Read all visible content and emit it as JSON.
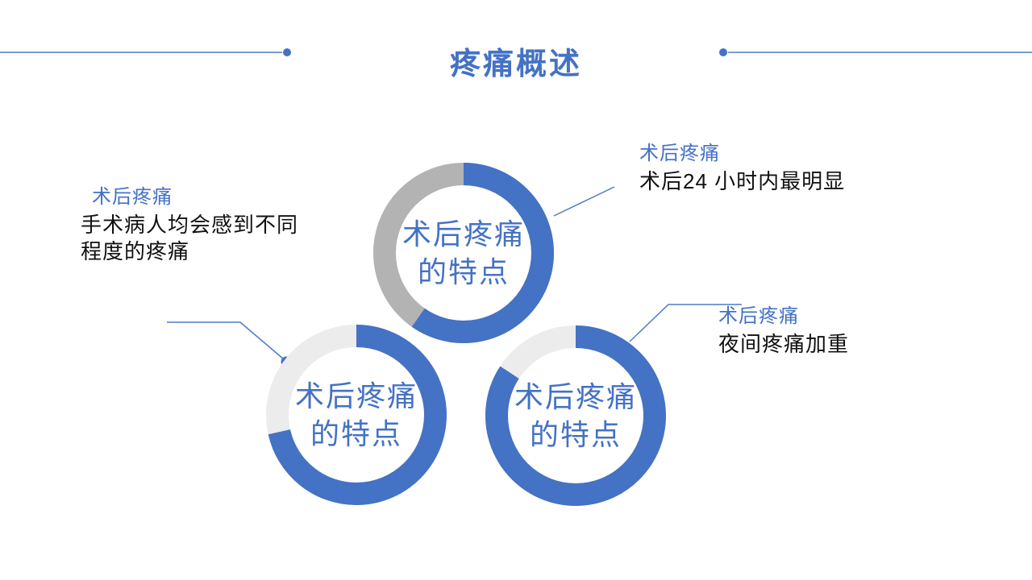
{
  "slide": {
    "title": "疼痛概述",
    "accent_color": "#4472C4",
    "line_color": "#4E7BC4"
  },
  "diagram": {
    "ring_fill_color": "#4472C4",
    "donuts": [
      {
        "id": "top",
        "label_line1": "术后疼痛",
        "label_line2": "的特点",
        "fill_percent": 59.7,
        "track_color": "#B3B3B3"
      },
      {
        "id": "bottom-left",
        "label_line1": "术后疼痛",
        "label_line2": "的特点",
        "fill_percent": 71.5,
        "track_color": "#ECECED"
      },
      {
        "id": "bottom-right",
        "label_line1": "术后疼痛",
        "label_line2": "的特点",
        "fill_percent": 84.2,
        "track_color": "#ECECED"
      }
    ]
  },
  "callouts": [
    {
      "title": "术后疼痛",
      "body": "术后24 小时内最明显"
    },
    {
      "title": "术后疼痛",
      "body": "手术病人均会感到不同程度的疼痛"
    },
    {
      "title": "术后疼痛",
      "body": "夜间疼痛加重"
    }
  ]
}
